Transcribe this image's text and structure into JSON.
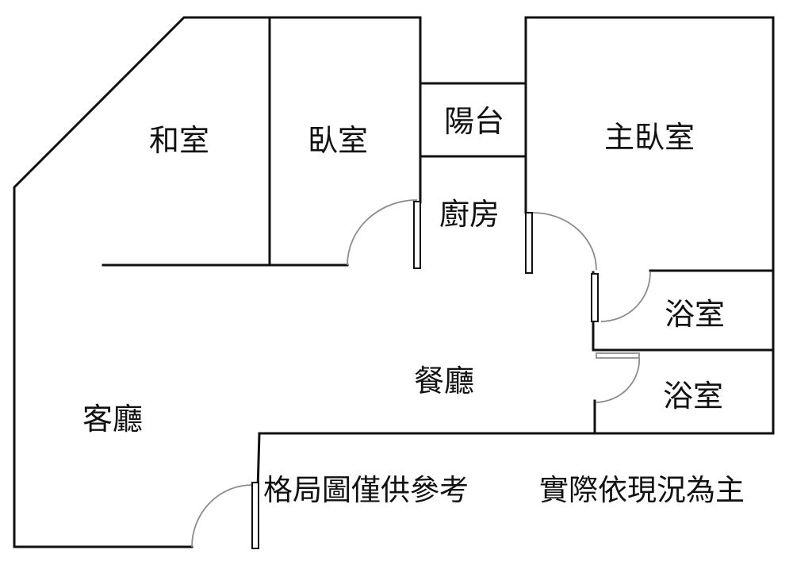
{
  "rooms": {
    "washitsu": "和室",
    "bedroom": "臥室",
    "balcony": "陽台",
    "master_bedroom": "主臥室",
    "kitchen": "廚房",
    "bathroom_1": "浴室",
    "bathroom_2": "浴室",
    "dining": "餐廳",
    "living": "客廳"
  },
  "disclaimer": {
    "left": "格局圖僅供參考",
    "right": "實際依現況為主"
  }
}
